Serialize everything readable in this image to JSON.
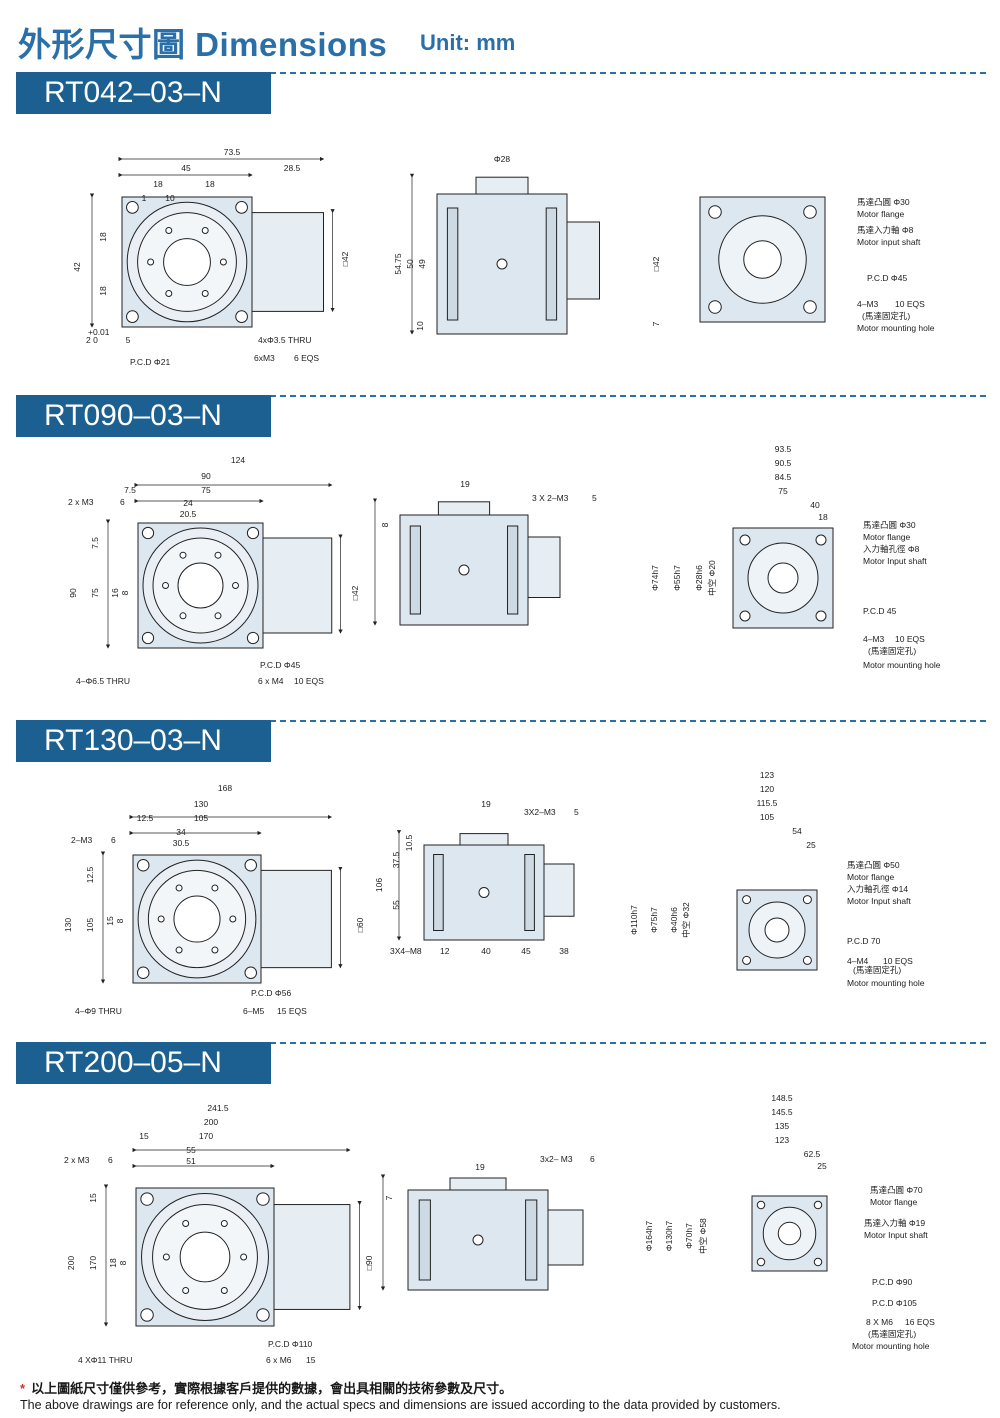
{
  "header": {
    "title": "外形尺寸圖 Dimensions",
    "unit": "Unit: mm"
  },
  "models": [
    {
      "name": "RT042–03–N",
      "front": [
        "73.5",
        "45",
        "28.5",
        "18",
        "18",
        "1",
        "10",
        "18",
        "18",
        "42",
        "□42",
        "+0.01",
        "2 0",
        "5",
        "P.C.D Φ21",
        "4xΦ3.5 THRU",
        "6xM3",
        "6 EQS"
      ],
      "side": [
        "Φ28",
        "54.75",
        "50",
        "49",
        "10",
        "□42",
        "7"
      ],
      "rear": [
        "馬達凸圓 Φ30",
        "Motor flange",
        "馬達入力軸 Φ8",
        "Motor input shaft",
        "P.C.D Φ45",
        "4–M3",
        "10 EQS",
        "(馬達固定孔)",
        "Motor mounting hole"
      ]
    },
    {
      "name": "RT090–03–N",
      "front": [
        "124",
        "90",
        "75",
        "7.5",
        "24",
        "20.5",
        "2 x M3",
        "6",
        "7.5",
        "90",
        "75",
        "16",
        "8",
        "□42",
        "P.C.D Φ45",
        "6 x M4",
        "10 EQS",
        "4–Φ6.5 THRU"
      ],
      "side": [
        "19",
        "3 X 2–M3",
        "5",
        "8"
      ],
      "rear": [
        "93.5",
        "90.5",
        "84.5",
        "75",
        "40",
        "18",
        "Φ74h7",
        "Φ55h7",
        "Φ28h6",
        "中空 Φ20",
        "馬達凸圓 Φ30",
        "Motor flange",
        "入力軸孔徑 Φ8",
        "Motor Input shaft",
        "P.C.D 45",
        "4–M3",
        "10 EQS",
        "(馬達固定孔)",
        "Motor mounting hole"
      ]
    },
    {
      "name": "RT130–03–N",
      "front": [
        "168",
        "130",
        "12.5",
        "105",
        "34",
        "30.5",
        "2–M3",
        "6",
        "12.5",
        "130",
        "105",
        "15",
        "8",
        "□60",
        "P.C.D Φ56",
        "6–M5",
        "15 EQS",
        "4–Φ9 THRU"
      ],
      "side": [
        "19",
        "3X2–M3",
        "5",
        "37.5",
        "10.5",
        "106",
        "55",
        "3X4–M8",
        "12",
        "40",
        "45",
        "38"
      ],
      "rear": [
        "123",
        "120",
        "115.5",
        "105",
        "54",
        "25",
        "Φ110h7",
        "Φ75h7",
        "Φ40h6",
        "中空 Φ32",
        "馬達凸圓 Φ50",
        "Motor flange",
        "入力軸孔徑 Φ14",
        "Motor Input shaft",
        "P.C.D 70",
        "4–M4",
        "10 EQS",
        "(馬達固定孔)",
        "Motor mounting hole"
      ]
    },
    {
      "name": "RT200–05–N",
      "front": [
        "241.5",
        "200",
        "15",
        "170",
        "55",
        "51",
        "2 x M3",
        "6",
        "15",
        "200",
        "170",
        "18",
        "8",
        "□90",
        "P.C.D Φ110",
        "6 x M6",
        "15",
        "4 XΦ11 THRU"
      ],
      "side": [
        "19",
        "3x2– M3",
        "6",
        "7"
      ],
      "rear": [
        "148.5",
        "145.5",
        "135",
        "123",
        "62.5",
        "25",
        "Φ164h7",
        "Φ130h7",
        "Φ70h7",
        "中空 Φ58",
        "馬達凸圓 Φ70",
        "Motor flange",
        "馬達入力軸 Φ19",
        "Motor Input shaft",
        "P.C.D Φ90",
        "P.C.D Φ105",
        "8 X M6",
        "16 EQS",
        "(馬達固定孔)",
        "Motor mounting hole"
      ]
    }
  ],
  "footnote": {
    "star": "*",
    "zh": "以上圖紙尺寸僅供參考，實際根據客戶提供的數據，會出具相關的技術參數及尺寸。",
    "en": "The above drawings are for reference only, and the actual specs and dimensions are issued according to the data provided by customers."
  }
}
